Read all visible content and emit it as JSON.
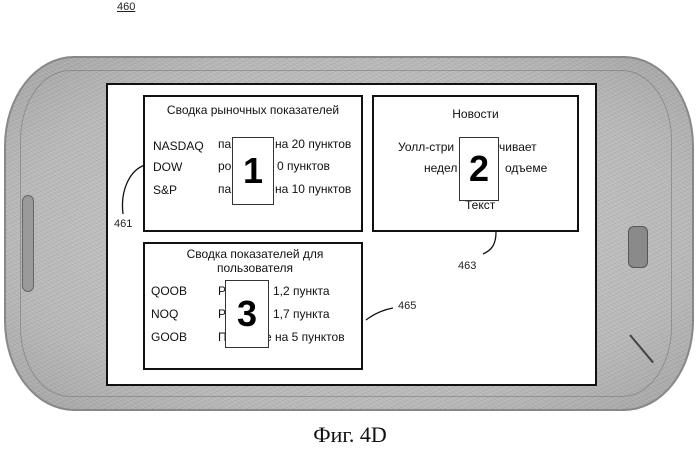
{
  "figure_ref": "460",
  "caption": "Фиг. 4D",
  "ref_labels": {
    "market_card": "461",
    "news_card": "463",
    "user_card": "465"
  },
  "market_card": {
    "title": "Сводка рыночных показателей",
    "big_number": "1",
    "rows": [
      {
        "symbol": "NASDAQ",
        "change_start": "па",
        "change_end": "на 20 пунктов"
      },
      {
        "symbol": "DOW",
        "change_start": "ро",
        "change_end": "0 пунктов"
      },
      {
        "symbol": "S&P",
        "change_start": "па",
        "change_end": "на 10 пунктов"
      }
    ]
  },
  "news_card": {
    "title": "Новости",
    "big_number": "2",
    "line1_start": "Уолл-стри",
    "line1_end": "чивает",
    "line2_start": "недел",
    "line2_end": "одъеме",
    "line3": "Текст"
  },
  "user_card": {
    "title": "Сводка показателей для пользователя",
    "big_number": "3",
    "rows": [
      {
        "symbol": "QOOB",
        "change_start": "Р",
        "change_end": "1,2 пункта"
      },
      {
        "symbol": "NOQ",
        "change_start": "Р",
        "change_end": "1,7 пункта"
      },
      {
        "symbol": "GOOB",
        "change_start": "П",
        "change_end": "е на 5 пунктов"
      }
    ]
  }
}
